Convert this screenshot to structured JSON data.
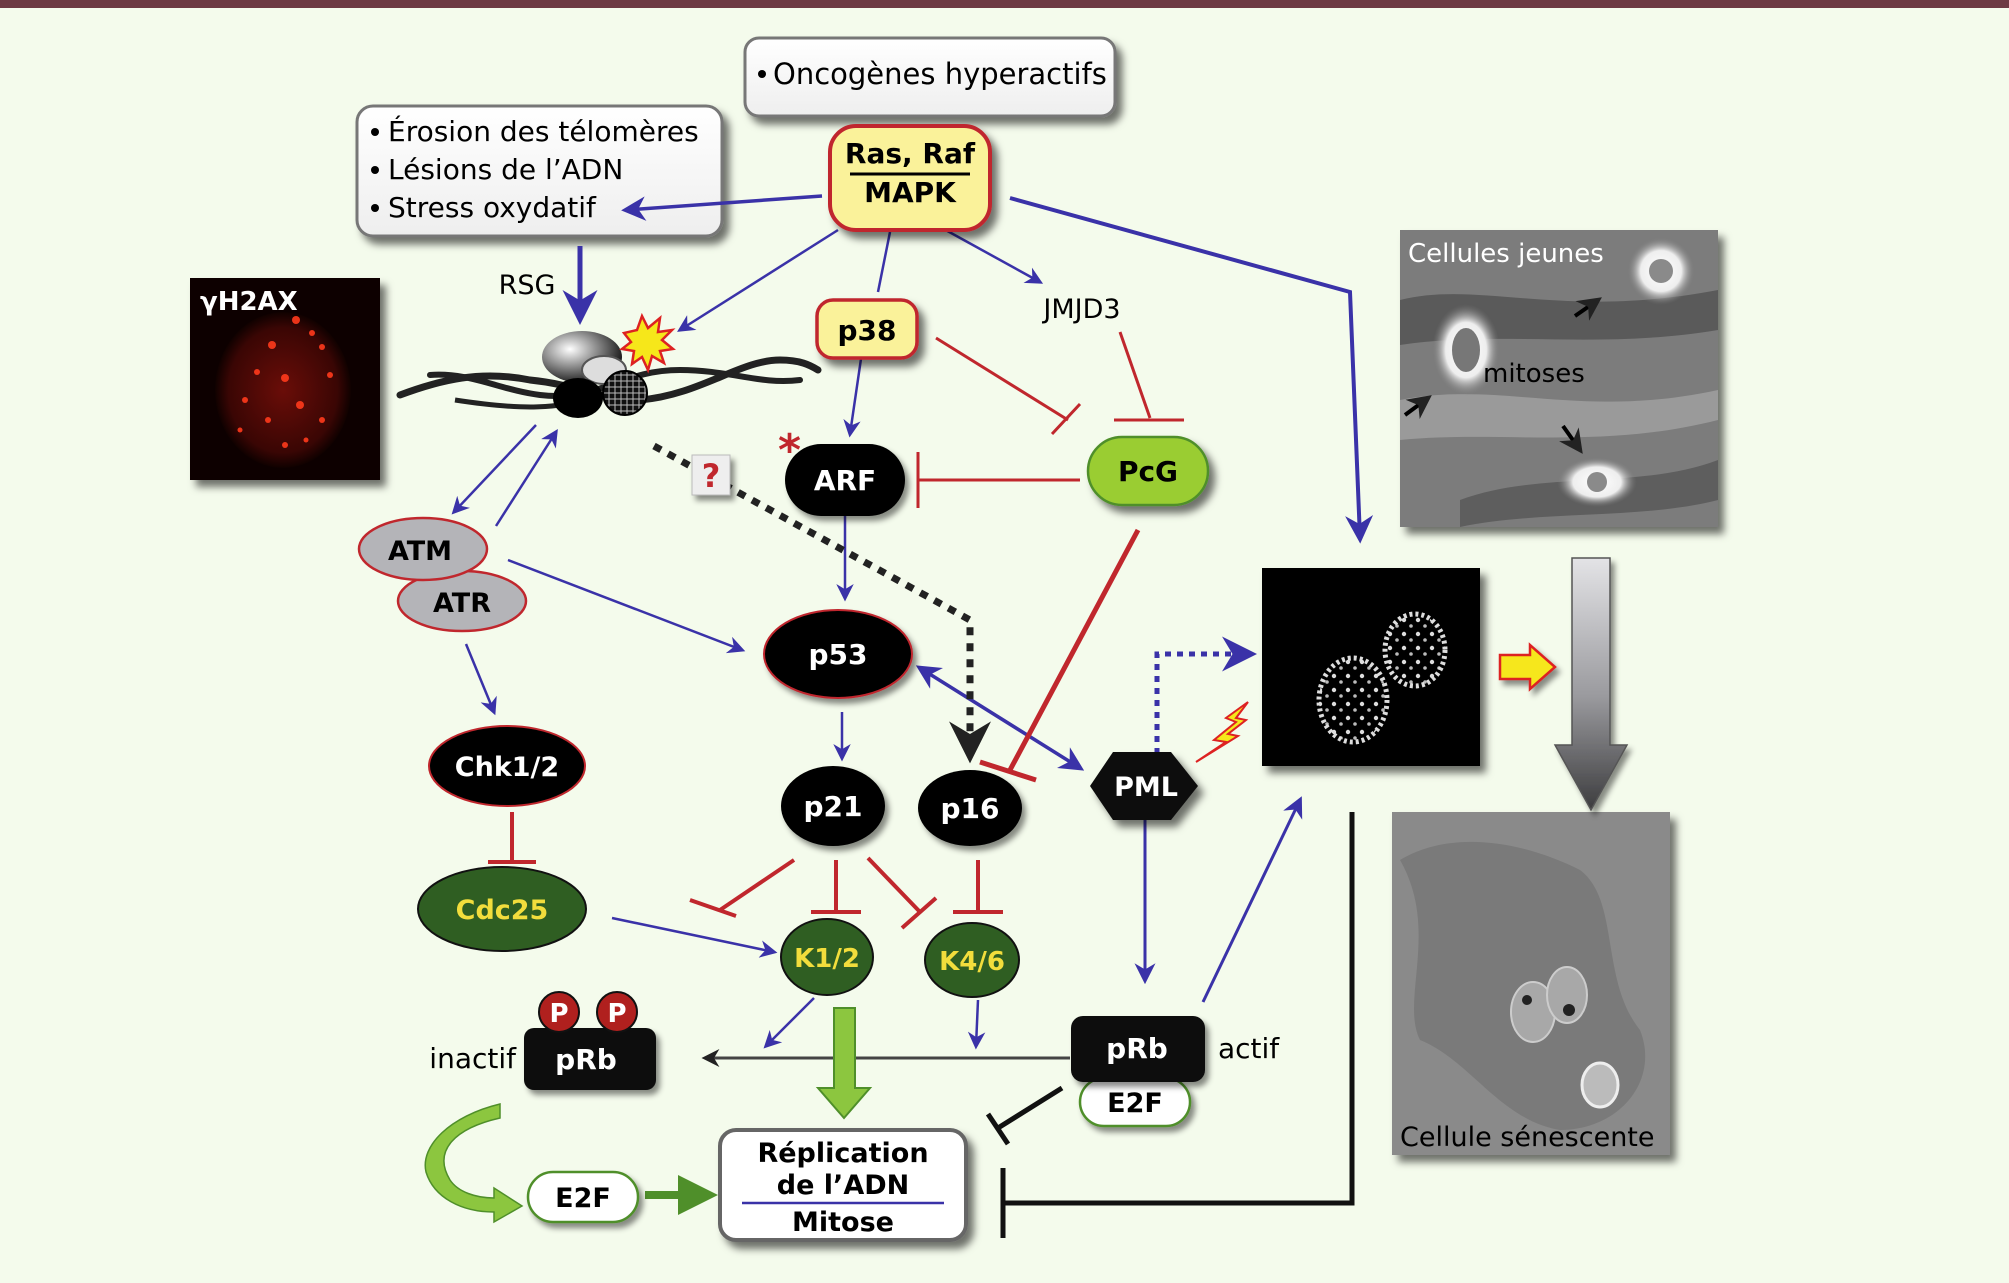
{
  "boxes": {
    "oncogenes": [
      "Oncogènes hyperactifs"
    ],
    "stress": [
      "Érosion des télomères",
      "Lésions de l’ADN",
      "Stress oxydatif"
    ],
    "replication": {
      "line1": "Réplication",
      "line2": "de l’ADN",
      "line3": "Mitose"
    }
  },
  "nodes": {
    "ras_raf": "Ras, Raf",
    "mapk": "MAPK",
    "p38": "p38",
    "jmjd3": "JMJD3",
    "rsg": "RSG",
    "arf": "ARF",
    "pcg": "PcG",
    "atm": "ATM",
    "atr": "ATR",
    "p53": "p53",
    "chk": "Chk1/2",
    "cdc25": "Cdc25",
    "p21": "p21",
    "p16": "p16",
    "pml": "PML",
    "k12": "K1/2",
    "k46": "K4/6",
    "prb_inactive": "pRb",
    "prb_active": "pRb",
    "e2f_free": "E2F",
    "e2f_bound": "E2F",
    "phospho": "P",
    "question": "?",
    "asterisk": "*"
  },
  "labels": {
    "inactive": "inactif",
    "active": "actif",
    "gh2ax": "γH2AX",
    "young_cells": "Cellules jeunes",
    "mitoses": "mitoses",
    "senescent_cell": "Cellule sénescente"
  },
  "colors": {
    "background": "#f4fbec",
    "top_bar": "#6d3a43",
    "activation": "#3a32a8",
    "inhibition": "#c0272d",
    "node_black": "#000000",
    "node_yellow": "#faf29a",
    "node_green_dark": "#2f5e22",
    "node_green_light": "#9acd32",
    "text_yellow": "#f2dd3c",
    "node_grey": "#b4b4b8"
  }
}
